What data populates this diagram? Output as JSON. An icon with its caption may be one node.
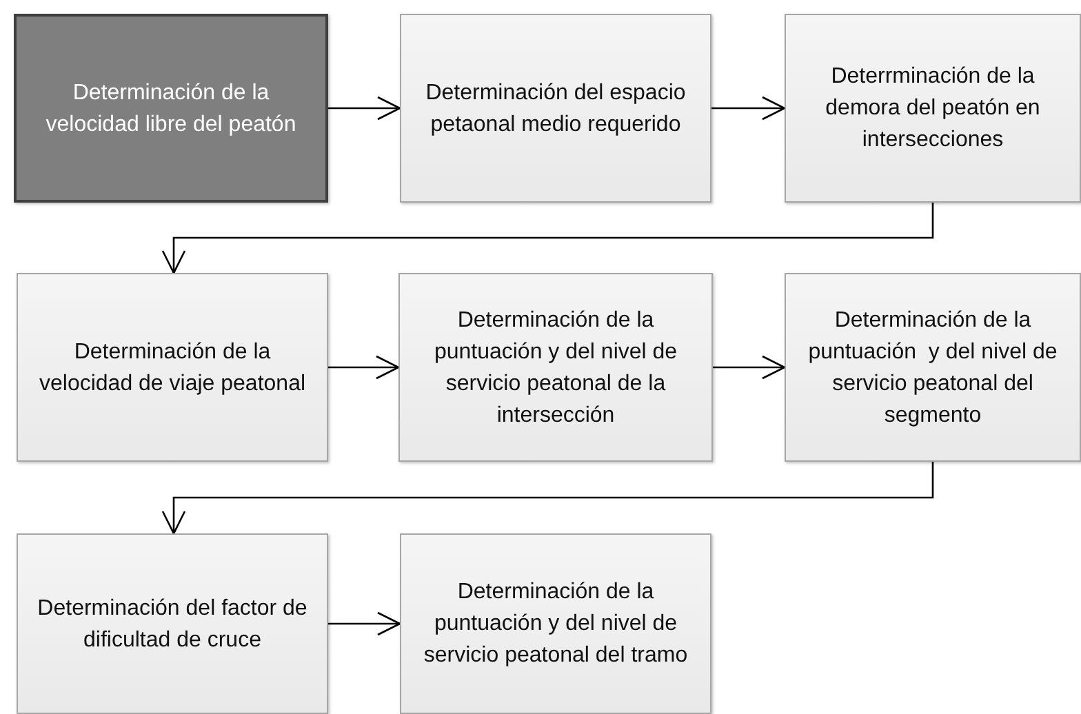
{
  "diagram": {
    "nodes": [
      {
        "text": [
          "Determinación de la velocidad libre del peatón"
        ]
      },
      {
        "text": [
          "Determinación del espacio petaonal medio requerido"
        ]
      },
      {
        "text": [
          "Deterrminación de la demora del peatón en intersecciones"
        ]
      },
      {
        "text": [
          "Determinación de la velocidad de viaje peatonal"
        ]
      },
      {
        "text": [
          "Determinación de la puntuación y del nivel de servicio peatonal de la intersección"
        ]
      },
      {
        "text": [
          "Determinación de la puntuación  y del nivel de servicio peatonal del segmento"
        ]
      },
      {
        "text": [
          "Determinación del factor de dificultad de cruce"
        ]
      },
      {
        "text": [
          "Determinación de la puntuación y del nivel de servicio peatonal del tramo"
        ]
      }
    ],
    "edges": [
      {
        "from": 0,
        "to": 1,
        "arrow": "to"
      },
      {
        "from": 1,
        "to": 2,
        "arrow": "to"
      },
      {
        "from": 2,
        "to": 3,
        "arrow": "to"
      },
      {
        "from": 3,
        "to": 4,
        "arrow": "to"
      },
      {
        "from": 4,
        "to": 5,
        "arrow": "to"
      },
      {
        "from": 5,
        "to": 6,
        "arrow": "to"
      },
      {
        "from": 6,
        "to": 7,
        "arrow": "to"
      }
    ]
  }
}
